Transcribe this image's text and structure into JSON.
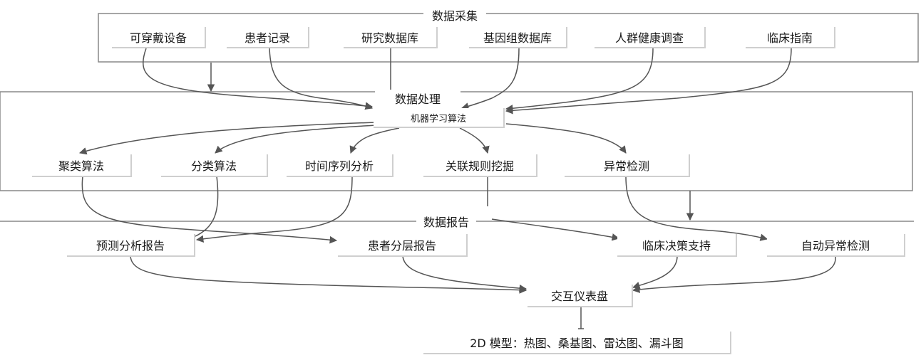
{
  "sections": {
    "collection": "数据采集",
    "processing": "数据处理",
    "reporting": "数据报告"
  },
  "sources": [
    "可穿戴设备",
    "患者记录",
    "研究数据库",
    "基因组数据库",
    "人群健康调查",
    "临床指南"
  ],
  "algorithm": "机器学习算法",
  "methods": [
    "聚类算法",
    "分类算法",
    "时间序列分析",
    "关联规则挖掘",
    "异常检测"
  ],
  "reports": [
    "预测分析报告",
    "患者分层报告",
    "临床决策支持",
    "自动异常检测"
  ],
  "dashboard": "交互仪表盘",
  "models": "2D 模型：热图、桑基图、雷达图、漏斗图",
  "colors": {
    "line": "#555555",
    "frame": "#888888",
    "shadow": "#cfcfcf"
  }
}
